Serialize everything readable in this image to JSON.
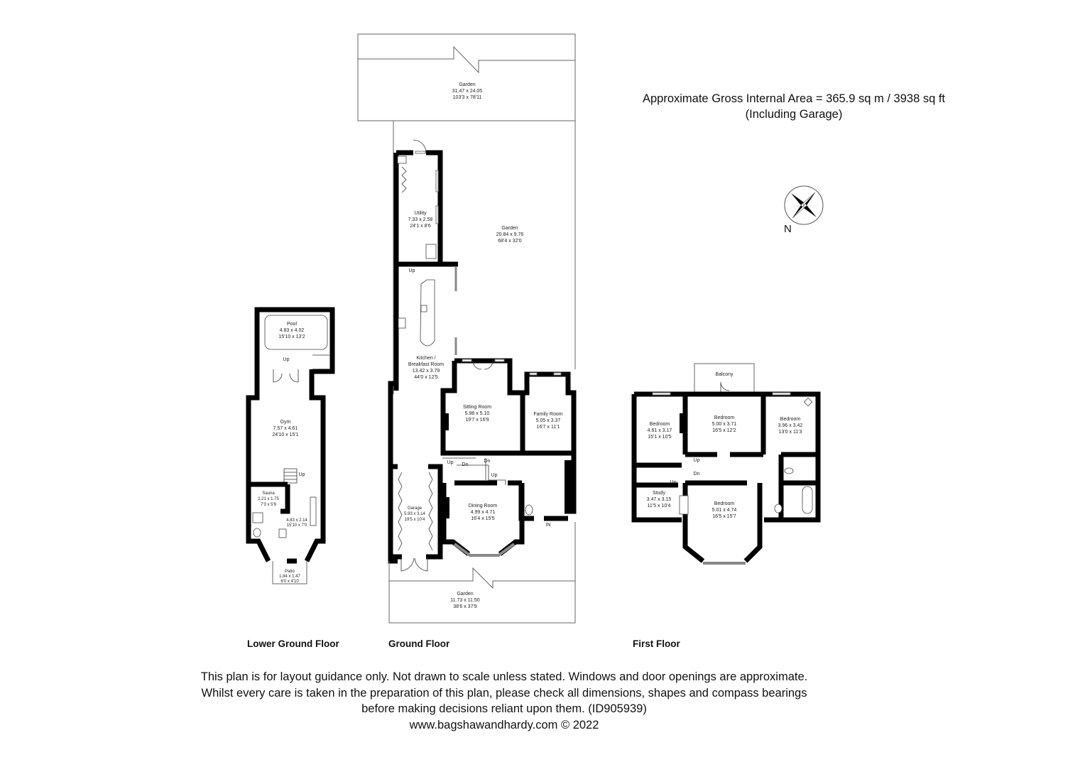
{
  "header": {
    "area_line": "Approximate Gross Internal Area = 365.9 sq m / 3938 sq ft",
    "area_note": "(Including Garage)"
  },
  "compass": {
    "label": "N",
    "icon": "compass-rose-icon"
  },
  "floors": {
    "lower_ground": {
      "label": "Lower Ground Floor",
      "rooms": [
        {
          "name": "Pool",
          "metric": "4.83 x 4.02",
          "imperial": "15'10 x 13'2"
        },
        {
          "name": "Gym",
          "metric": "7.57 x 4.61",
          "imperial": "24'10 x 15'1"
        },
        {
          "name": "Sauna",
          "metric": "2.21 x 1.75",
          "imperial": "7'3 x 5'9"
        },
        {
          "name": "",
          "metric": "4.83 x 2.14",
          "imperial": "15'10 x 7'0"
        },
        {
          "name": "Patio",
          "metric": "1.84 x 1.47",
          "imperial": "6'0 x 4'10"
        }
      ],
      "stair_labels": [
        "Up",
        "Up"
      ]
    },
    "ground": {
      "label": "Ground Floor",
      "rooms": [
        {
          "name": "Garden",
          "metric": "31.47 x 24.05",
          "imperial": "103'3 x 78'11"
        },
        {
          "name": "Utility",
          "metric": "7.33 x 2.58",
          "imperial": "24'1 x 8'6"
        },
        {
          "name": "Garden",
          "metric": "20.84 x 9.76",
          "imperial": "68'4 x 32'0"
        },
        {
          "name": "Kitchen /",
          "name2": "Breakfast Room",
          "metric": "13.42 x 3.79",
          "imperial": "44'0 x 12'5"
        },
        {
          "name": "Sitting Room",
          "metric": "5.98 x 5.10",
          "imperial": "19'7 x 16'9"
        },
        {
          "name": "Family Room",
          "metric": "5.05 x 3.37",
          "imperial": "16'7 x 11'1"
        },
        {
          "name": "Garage",
          "metric": "5.93 x 3.14",
          "imperial": "19'5 x 10'4"
        },
        {
          "name": "Dining Room",
          "metric": "4.99 x 4.71",
          "imperial": "16'4 x 15'5"
        },
        {
          "name": "Garden",
          "metric": "11.73 x 11.50",
          "imperial": "38'6 x 37'9"
        }
      ],
      "stair_labels": [
        "Up",
        "Up",
        "Dn",
        "Dn",
        "Up"
      ],
      "entrance": "IN"
    },
    "first": {
      "label": "First Floor",
      "rooms": [
        {
          "name": "Balcony"
        },
        {
          "name": "Bedroom",
          "metric": "4.61 x 3.17",
          "imperial": "15'1 x 10'5"
        },
        {
          "name": "Bedroom",
          "metric": "5.00 x 3.71",
          "imperial": "16'5 x 12'2"
        },
        {
          "name": "Bedroom",
          "metric": "3.96 x 3.42",
          "imperial": "13'0 x 11'3"
        },
        {
          "name": "Study",
          "metric": "3.47 x 3.15",
          "imperial": "11'5 x 10'4"
        },
        {
          "name": "Bedroom",
          "metric": "5.01 x 4.74",
          "imperial": "16'5 x 15'7"
        }
      ],
      "stair_labels": [
        "Up",
        "Dn",
        "Up"
      ]
    }
  },
  "footer": {
    "disclaimer_1": "This plan is for layout guidance only. Not drawn to scale unless stated. Windows and door openings are approximate.",
    "disclaimer_2": "Whilst every care is taken in the preparation of this plan, please check all dimensions, shapes and compass bearings",
    "disclaimer_3": "before making decisions reliant upon them. (ID905939)",
    "website": "www.bagshawandhardy.com © 2022"
  },
  "colors": {
    "wall": "#000000",
    "line": "#555555",
    "window": "#9a9a9a",
    "background": "#ffffff"
  }
}
